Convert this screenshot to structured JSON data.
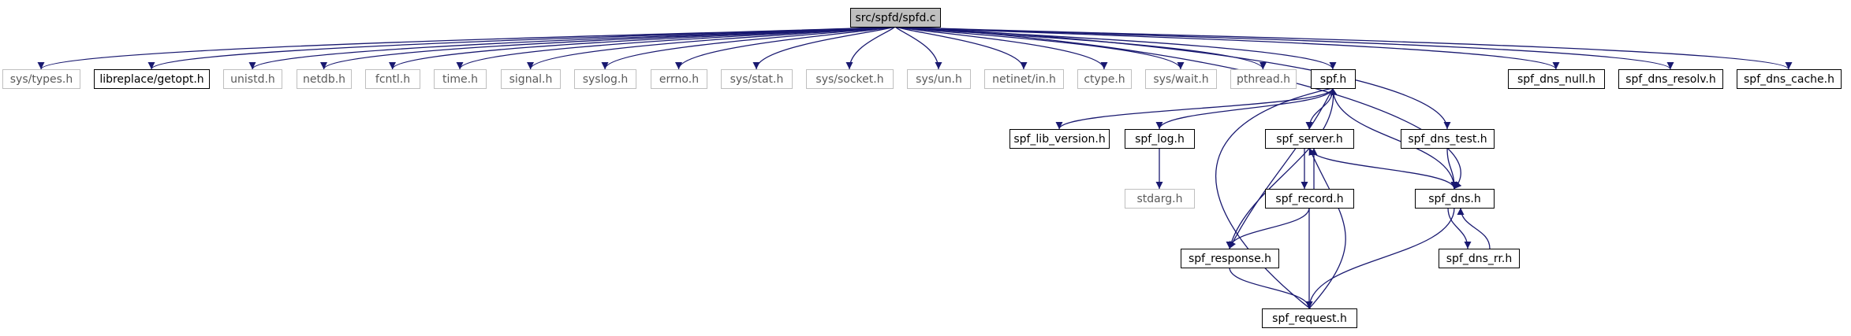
{
  "colors": {
    "edge": "#191970",
    "box_border": "#000000",
    "box_border_missing": "#bfbfbf",
    "root_fill": "#bfbfbf",
    "text": "#000000",
    "text_missing": "#5a5a5a"
  },
  "nodes": [
    {
      "id": "spfd_c",
      "label": "src/spfd/spfd.c",
      "style": "root"
    },
    {
      "id": "sys_types_h",
      "label": "sys/types.h",
      "style": "missing"
    },
    {
      "id": "getopt_h",
      "label": "libreplace/getopt.h",
      "style": "normal"
    },
    {
      "id": "unistd_h",
      "label": "unistd.h",
      "style": "missing"
    },
    {
      "id": "netdb_h",
      "label": "netdb.h",
      "style": "missing"
    },
    {
      "id": "fcntl_h",
      "label": "fcntl.h",
      "style": "missing"
    },
    {
      "id": "time_h",
      "label": "time.h",
      "style": "missing"
    },
    {
      "id": "signal_h",
      "label": "signal.h",
      "style": "missing"
    },
    {
      "id": "syslog_h",
      "label": "syslog.h",
      "style": "missing"
    },
    {
      "id": "errno_h",
      "label": "errno.h",
      "style": "missing"
    },
    {
      "id": "sys_stat_h",
      "label": "sys/stat.h",
      "style": "missing"
    },
    {
      "id": "sys_socket_h",
      "label": "sys/socket.h",
      "style": "missing"
    },
    {
      "id": "sys_un_h",
      "label": "sys/un.h",
      "style": "missing"
    },
    {
      "id": "netinet_in_h",
      "label": "netinet/in.h",
      "style": "missing"
    },
    {
      "id": "ctype_h",
      "label": "ctype.h",
      "style": "missing"
    },
    {
      "id": "sys_wait_h",
      "label": "sys/wait.h",
      "style": "missing"
    },
    {
      "id": "pthread_h",
      "label": "pthread.h",
      "style": "missing"
    },
    {
      "id": "spf_h",
      "label": "spf.h",
      "style": "normal"
    },
    {
      "id": "spf_dns_null_h",
      "label": "spf_dns_null.h",
      "style": "normal"
    },
    {
      "id": "spf_dns_resolv_h",
      "label": "spf_dns_resolv.h",
      "style": "normal"
    },
    {
      "id": "spf_dns_cache_h",
      "label": "spf_dns_cache.h",
      "style": "normal"
    },
    {
      "id": "spf_lib_version_h",
      "label": "spf_lib_version.h",
      "style": "normal"
    },
    {
      "id": "spf_log_h",
      "label": "spf_log.h",
      "style": "normal"
    },
    {
      "id": "spf_server_h",
      "label": "spf_server.h",
      "style": "normal"
    },
    {
      "id": "spf_dns_test_h",
      "label": "spf_dns_test.h",
      "style": "normal"
    },
    {
      "id": "stdarg_h",
      "label": "stdarg.h",
      "style": "missing"
    },
    {
      "id": "spf_record_h",
      "label": "spf_record.h",
      "style": "normal"
    },
    {
      "id": "spf_dns_h",
      "label": "spf_dns.h",
      "style": "normal"
    },
    {
      "id": "spf_response_h",
      "label": "spf_response.h",
      "style": "normal"
    },
    {
      "id": "spf_dns_rr_h",
      "label": "spf_dns_rr.h",
      "style": "normal"
    },
    {
      "id": "spf_request_h",
      "label": "spf_request.h",
      "style": "normal"
    }
  ],
  "edges": [
    {
      "from": "spfd_c",
      "to": "sys_types_h"
    },
    {
      "from": "spfd_c",
      "to": "getopt_h"
    },
    {
      "from": "spfd_c",
      "to": "unistd_h"
    },
    {
      "from": "spfd_c",
      "to": "netdb_h"
    },
    {
      "from": "spfd_c",
      "to": "fcntl_h"
    },
    {
      "from": "spfd_c",
      "to": "time_h"
    },
    {
      "from": "spfd_c",
      "to": "signal_h"
    },
    {
      "from": "spfd_c",
      "to": "syslog_h"
    },
    {
      "from": "spfd_c",
      "to": "errno_h"
    },
    {
      "from": "spfd_c",
      "to": "sys_stat_h"
    },
    {
      "from": "spfd_c",
      "to": "sys_socket_h"
    },
    {
      "from": "spfd_c",
      "to": "sys_un_h"
    },
    {
      "from": "spfd_c",
      "to": "netinet_in_h"
    },
    {
      "from": "spfd_c",
      "to": "ctype_h"
    },
    {
      "from": "spfd_c",
      "to": "sys_wait_h"
    },
    {
      "from": "spfd_c",
      "to": "pthread_h"
    },
    {
      "from": "spfd_c",
      "to": "spf_h"
    },
    {
      "from": "spfd_c",
      "to": "spf_dns_null_h"
    },
    {
      "from": "spfd_c",
      "to": "spf_dns_resolv_h"
    },
    {
      "from": "spfd_c",
      "to": "spf_dns_cache_h"
    },
    {
      "from": "spfd_c",
      "to": "spf_dns_test_h"
    },
    {
      "from": "spfd_c",
      "to": "spf_dns_h"
    },
    {
      "from": "spf_h",
      "to": "spf_lib_version_h"
    },
    {
      "from": "spf_h",
      "to": "spf_log_h"
    },
    {
      "from": "spf_h",
      "to": "spf_server_h"
    },
    {
      "from": "spf_h",
      "to": "spf_dns_h"
    },
    {
      "from": "spf_h",
      "to": "spf_response_h"
    },
    {
      "from": "spf_h",
      "to": "spf_request_h"
    },
    {
      "from": "spf_log_h",
      "to": "stdarg_h"
    },
    {
      "from": "spf_server_h",
      "to": "spf_record_h"
    },
    {
      "from": "spf_server_h",
      "to": "spf_dns_h"
    },
    {
      "from": "spf_record_h",
      "to": "spf_server_h"
    },
    {
      "from": "spf_record_h",
      "to": "spf_response_h"
    },
    {
      "from": "spf_record_h",
      "to": "spf_request_h"
    },
    {
      "from": "spf_response_h",
      "to": "spf_h"
    },
    {
      "from": "spf_response_h",
      "to": "spf_request_h"
    },
    {
      "from": "spf_request_h",
      "to": "spf_server_h"
    },
    {
      "from": "spf_dns_test_h",
      "to": "spf_dns_h"
    },
    {
      "from": "spf_dns_h",
      "to": "spf_dns_rr_h"
    },
    {
      "from": "spf_dns_h",
      "to": "spf_request_h"
    },
    {
      "from": "spf_dns_rr_h",
      "to": "spf_dns_h"
    }
  ]
}
